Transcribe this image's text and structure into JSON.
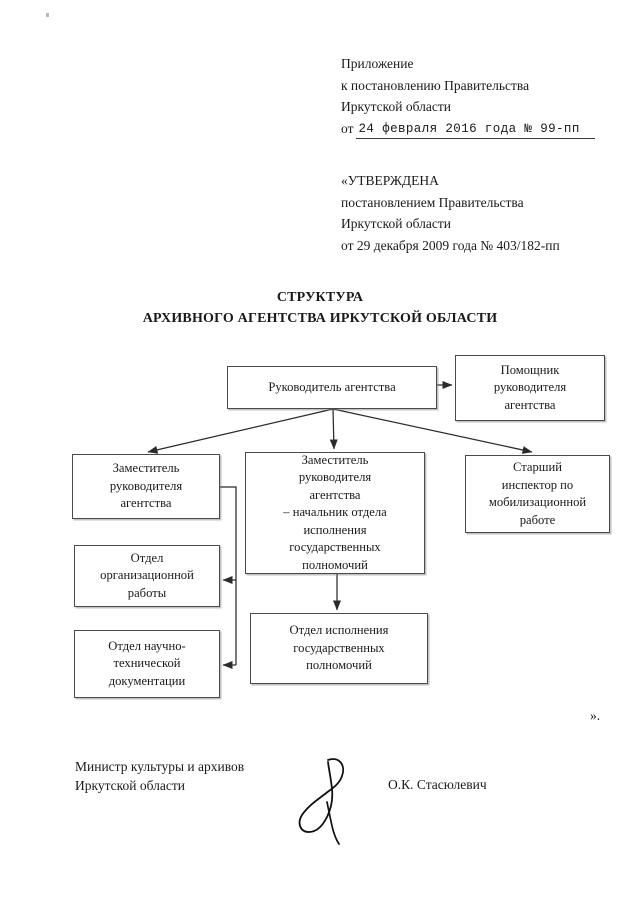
{
  "header": {
    "appendix": {
      "lines": [
        "Приложение",
        "к постановлению Правительства",
        "Иркутской области"
      ],
      "date_prefix": "от",
      "date_filled": "24 февраля 2016 года № 99-пп"
    },
    "approved": {
      "lines": [
        "«УТВЕРЖДЕНА",
        "постановлением Правительства",
        "Иркутской области",
        "от 29 декабря 2009 года № 403/182-пп"
      ]
    }
  },
  "title": {
    "line1": "СТРУКТУРА",
    "line2": "АРХИВНОГО АГЕНТСТВА ИРКУТСКОЙ ОБЛАСТИ"
  },
  "chart_data": {
    "type": "diagram",
    "title": "СТРУКТУРА АРХИВНОГО АГЕНТСТВА ИРКУТСКОЙ ОБЛАСТИ",
    "nodes": [
      {
        "id": "head",
        "label": "Руководитель агентства",
        "lines": [
          "Руководитель агентства"
        ]
      },
      {
        "id": "assistant",
        "label": "Помощник руководителя агентства",
        "lines": [
          "Помощник",
          "руководителя",
          "агентства"
        ]
      },
      {
        "id": "deputy",
        "label": "Заместитель руководителя агентства",
        "lines": [
          "Заместитель",
          "руководителя",
          "агентства"
        ]
      },
      {
        "id": "deputy_head",
        "label": "Заместитель руководителя агентства – начальник отдела исполнения государственных полномочий",
        "lines": [
          "Заместитель",
          "руководителя",
          "агентства",
          "– начальник отдела",
          "исполнения",
          "государственных",
          "полномочий"
        ]
      },
      {
        "id": "inspector",
        "label": "Старший инспектор по мобилизационной работе",
        "lines": [
          "Старший",
          "инспектор по",
          "мобилизационной",
          "работе"
        ]
      },
      {
        "id": "org",
        "label": "Отдел организационной работы",
        "lines": [
          "Отдел",
          "организационной",
          "работы"
        ]
      },
      {
        "id": "doc",
        "label": "Отдел научно-технической документации",
        "lines": [
          "Отдел научно-",
          "технической",
          "документации"
        ]
      },
      {
        "id": "exec",
        "label": "Отдел исполнения государственных полномочий",
        "lines": [
          "Отдел исполнения",
          "государственных",
          "полномочий"
        ]
      }
    ],
    "edges": [
      {
        "from": "head",
        "to": "assistant"
      },
      {
        "from": "head",
        "to": "deputy"
      },
      {
        "from": "head",
        "to": "deputy_head"
      },
      {
        "from": "head",
        "to": "inspector"
      },
      {
        "from": "deputy",
        "to": "org"
      },
      {
        "from": "deputy",
        "to": "doc"
      },
      {
        "from": "deputy_head",
        "to": "exec"
      }
    ]
  },
  "closing": {
    "quote": "»."
  },
  "signature": {
    "role_line1": "Министр культуры и архивов",
    "role_line2": "Иркутской области",
    "name": "О.К. Стасюлевич"
  }
}
